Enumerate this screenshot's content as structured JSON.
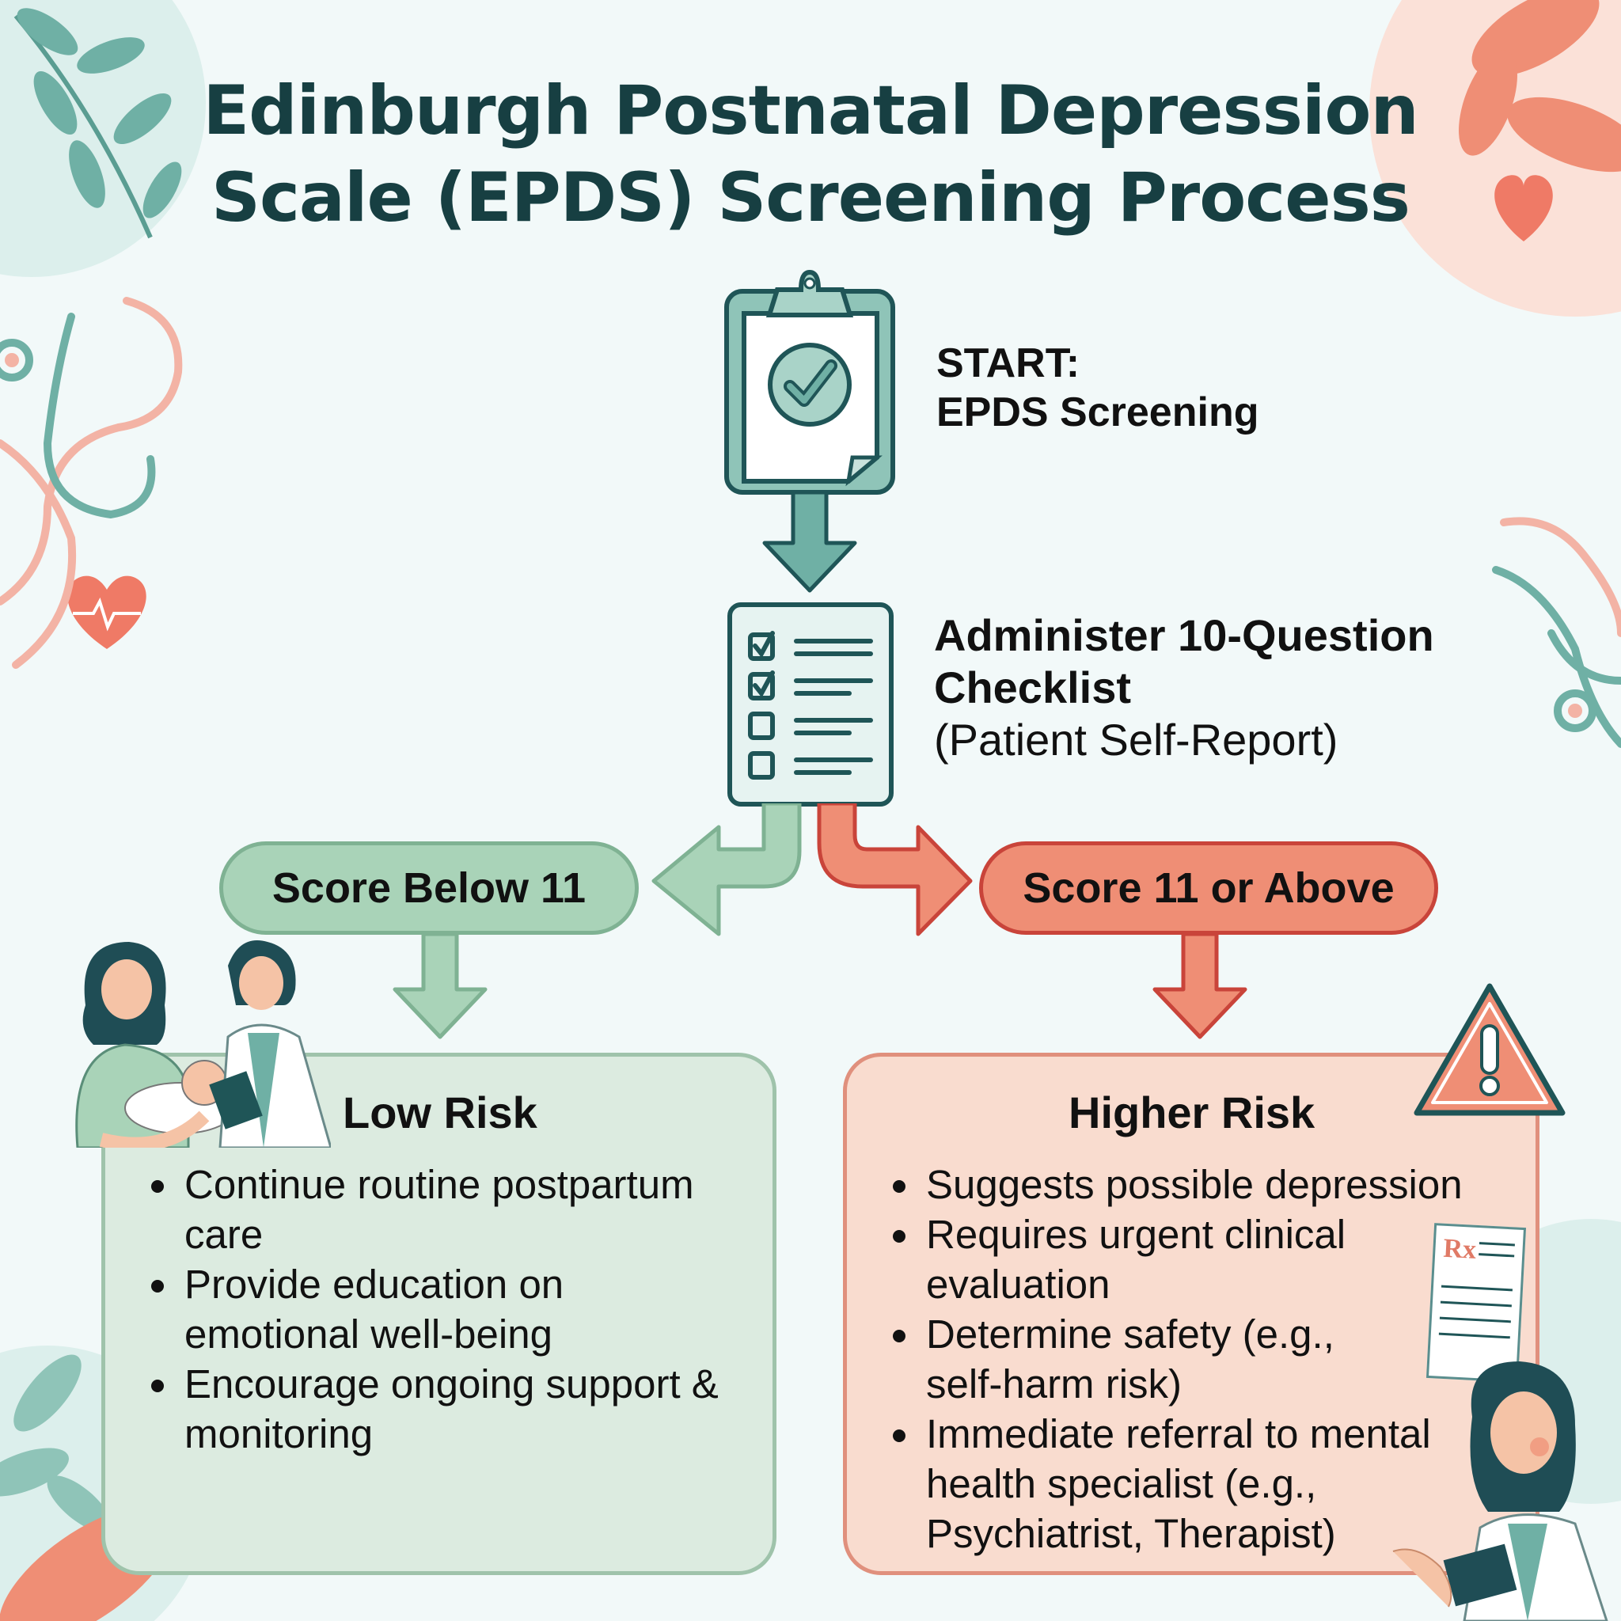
{
  "title": {
    "line1": "Edinburgh Postnatal Depression",
    "line2": "Scale (EPDS) Screening Process"
  },
  "steps": {
    "start": {
      "line1": "START:",
      "line2": "EPDS Screening",
      "icon": "clipboard-check-icon"
    },
    "administer": {
      "line1": "Administer 10-Question",
      "line2": "Checklist",
      "line3": "(Patient Self-Report)",
      "icon": "checklist-icon"
    }
  },
  "branches": {
    "low": {
      "condition": "Score Below 11",
      "title": "Low Risk",
      "bullets": [
        "Continue routine postpartum care",
        "Provide education on emotional well-being",
        "Encourage ongoing support & monitoring"
      ],
      "color": "#a9d3b8"
    },
    "high": {
      "condition": "Score 11 or Above",
      "title": "Higher Risk",
      "bullets": [
        "Suggests possible depression",
        "Requires urgent clinical evaluation",
        "Determine safety (e.g., self-harm risk)",
        "Immediate referral to mental health specialist (e.g., Psychiatrist, Therapist)"
      ],
      "color": "#ef8e75"
    }
  },
  "decorations": {
    "rx_symbol": "Rx",
    "warning_symbol": "!"
  },
  "colors": {
    "title": "#173f42",
    "teal": "#6fb0a5",
    "green": "#a9d3b8",
    "red": "#ef8e75",
    "background": "#f2f9f9"
  }
}
